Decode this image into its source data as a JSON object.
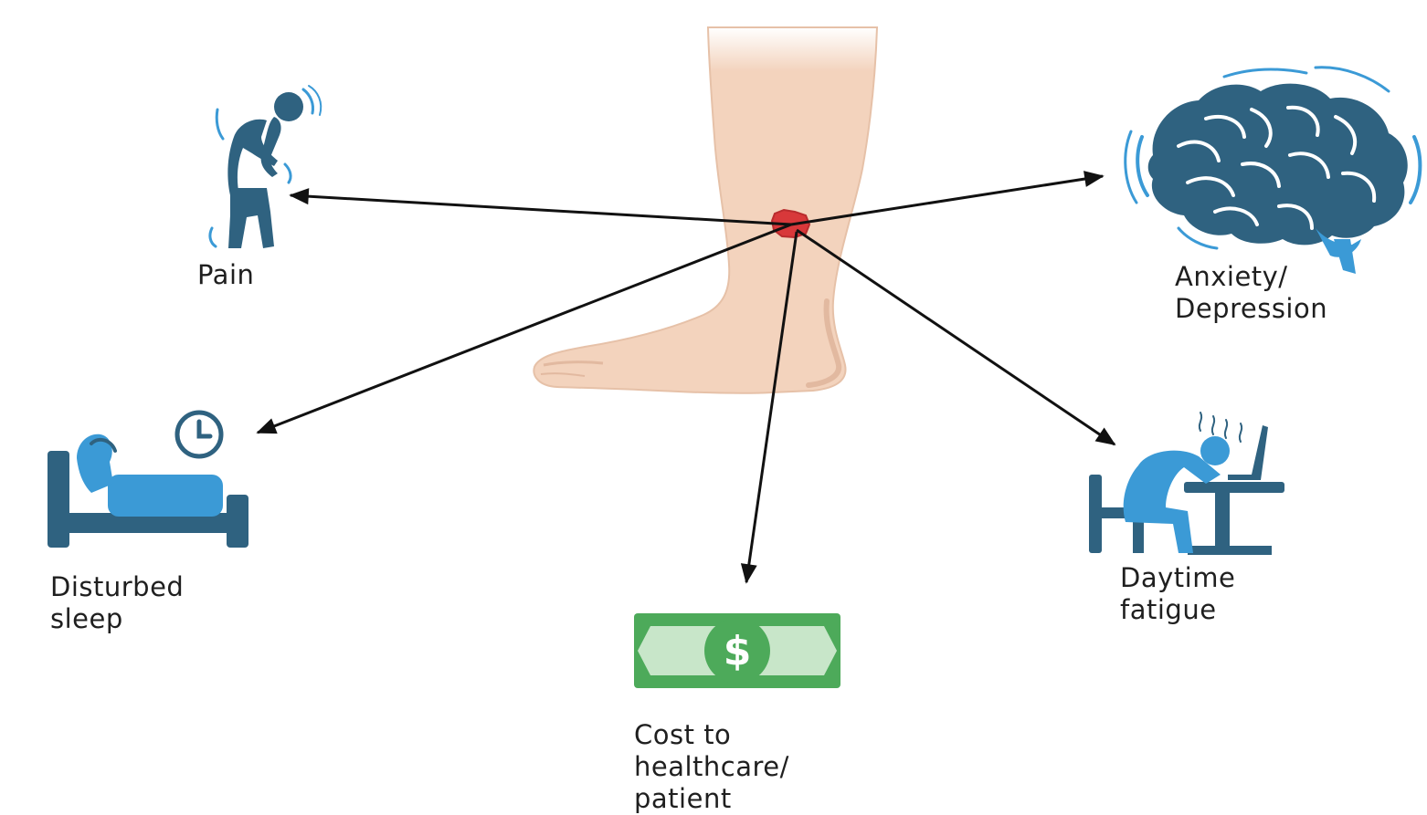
{
  "labels": {
    "pain": "Pain",
    "anxiety": "Anxiety/\nDepression",
    "sleep": "Disturbed\nsleep",
    "fatigue": "Daytime\nfatigue",
    "cost": "Cost to\nhealthcare/\npatient"
  },
  "icons": {
    "pain": "hunched-person-in-pain-icon",
    "anxiety": "trembling-brain-icon",
    "sleep": "person-in-bed-with-clock-icon",
    "fatigue": "tired-person-at-desk-icon",
    "cost": "dollar-banknote-icon",
    "center": "lower-leg-with-ulcer-illustration"
  },
  "colors": {
    "icon_dark": "#2f6280",
    "icon_light": "#3b9ad6",
    "skin": "#f3d3bd",
    "skin_shadow": "#e2b9a0",
    "wound": "#d8383a",
    "money_green": "#4daa5a",
    "money_light": "#c8e6c9",
    "arrow": "#111111"
  }
}
